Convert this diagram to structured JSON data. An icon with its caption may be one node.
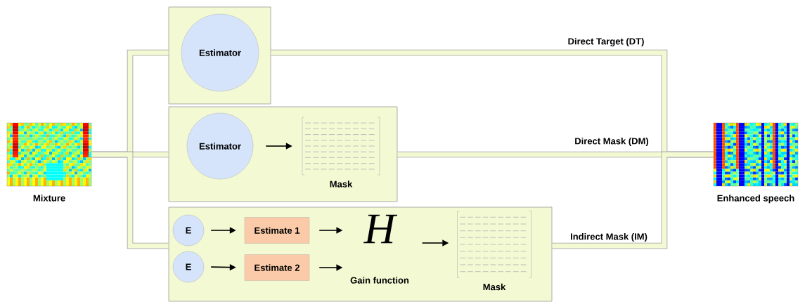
{
  "diagram": {
    "nodes": [
      {
        "text": [
          "Mixture"
        ]
      },
      {
        "text": [],
        "shape": "box"
      },
      {
        "text": [
          "Estimator"
        ],
        "in": 1
      },
      {
        "text": [],
        "shape": "box"
      },
      {
        "text": [
          "Estimator"
        ],
        "in": 3
      },
      {
        "text": [
          "Mask"
        ],
        "in": 3
      },
      {
        "text": [],
        "shape": "box"
      },
      {
        "text": [
          "E"
        ],
        "in": 6
      },
      {
        "text": [
          "Estimate 1"
        ],
        "in": 6
      },
      {
        "text": [
          "E"
        ],
        "in": 6
      },
      {
        "text": [
          "Estimate 2"
        ],
        "in": 6
      },
      {
        "text": [
          "H"
        ],
        "beside": [
          "Gain function"
        ],
        "in": 6
      },
      {
        "text": [
          "Mask"
        ],
        "in": 6
      },
      {
        "text": [
          "Enhanced speech"
        ]
      }
    ],
    "edges": [
      {
        "from": 0,
        "to": 1,
        "arrow": "none",
        "style": "thick"
      },
      {
        "from": 0,
        "to": 3,
        "arrow": "none",
        "style": "thick"
      },
      {
        "from": 0,
        "to": 6,
        "arrow": "none",
        "style": "thick"
      },
      {
        "from": 1,
        "to": 13,
        "arrow": "none",
        "style": "thick",
        "label": "Direct Target (DT)"
      },
      {
        "from": 3,
        "to": 13,
        "arrow": "none",
        "style": "thick",
        "label": "Direct Mask (DM)"
      },
      {
        "from": 6,
        "to": 13,
        "arrow": "none",
        "style": "thick",
        "label": "Indirect Mask (IM)"
      },
      {
        "from": 4,
        "to": 5,
        "arrow": "to",
        "color": "#000000"
      },
      {
        "from": 7,
        "to": 8,
        "arrow": "to",
        "color": "#000000"
      },
      {
        "from": 9,
        "to": 10,
        "arrow": "to",
        "color": "#000000"
      },
      {
        "from": 8,
        "to": 11,
        "arrow": "to",
        "color": "#000000"
      },
      {
        "from": 10,
        "to": 11,
        "arrow": "to",
        "color": "#000000"
      },
      {
        "from": 11,
        "to": 12,
        "arrow": "to",
        "color": "#000000"
      }
    ]
  }
}
